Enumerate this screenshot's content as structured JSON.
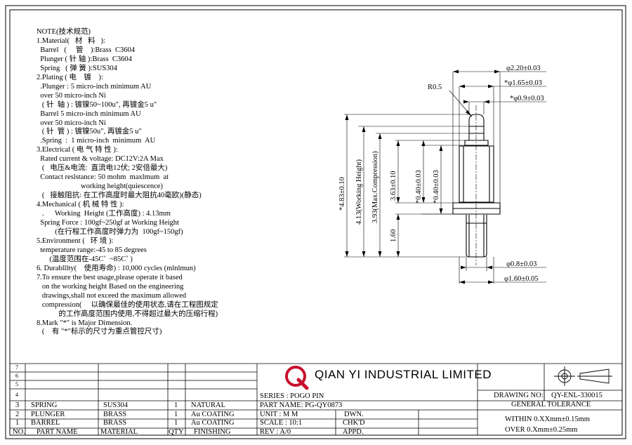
{
  "notes": [
    "NOTE(技术规范)",
    "1.Material(   材   料   ):",
    "  Barrel   (     管    ):Brass  C3604",
    "  Plunger ( 针 轴 ):Brass  C3604",
    "  Spring   ( 弹 簧 ):SUS304",
    "2.Plating ( 电    镀    ):",
    "  .Plunger : 5 micro-inch minimum AU",
    "  over 50 micro-inch Ni",
    "   ( 针  轴 ) : 镀镍50~100u\", 再镀金5 u\"",
    "  Barrel 5 micro-inch minimum AU",
    "  over 50 micro-inch Ni",
    "   ( 针  管 ) : 镀镍50u\", 再镀金5 u\"",
    "  .Spring  :  1 micro-inch  minimum  AU",
    "3.Electrical ( 电 气 特 性 ):",
    "  Rated current & voltage: DC12V:2A Max",
    "   (   电压&电流:  直流电12伏; 2安倍最大)",
    "  Contact reslstance: 50 mohm  maxlmum  at",
    "                        working height(quiescence)",
    "   (   接触阻抗: 在工作高度时最大阻抗40毫欧)(静态)",
    "4.Mechanical ( 机 械 特 性 ):",
    "   .      Working  Height (工作高度) : 4.13mm",
    "  Spring Force : 100gf~250gf at Working Height",
    "          (在行程工作高度时弹力为  100gf~150gf)",
    "5.Environment (   环 境 ):",
    "  temperature range:-45 to 85 degrees",
    "       (温度范围在-45C˚  ~85C˚ )",
    "6. Durablllty(    使用寿命) : 10,000 cycles (mlnlmun)",
    "7.To ensure the best usage,please operate it based",
    "   on the working height Based on the engineering",
    "   drawings,shall not exceed the maximum allowed",
    "   compression(     以确保最佳的使用状态,请在工程图规定",
    "            的工作高度范围内使用,不得超过最大的压缩行程)",
    "8.Mark \"*\" is Major Dimension.",
    "   (    有 \"*\"标示的尺寸为重点管控尺寸)"
  ],
  "dims": {
    "d220": "φ2.20±0.03",
    "d165": "*φ1.65±0.03",
    "d09": "*φ0.9±0.03",
    "r05": "R0.5",
    "d08": "φ0.8±0.03",
    "d160": "φ1.60±0.05",
    "h483": "*4.83±0.10",
    "h413": "4.13(Working Height)",
    "h393": "3.93(Max.Compression)",
    "h363": "3.63±0.10",
    "h040a": "*0.40±0.03",
    "h040b": "*0.40±0.03",
    "h160": "1.60"
  },
  "title_block": {
    "company": "QIAN  YI  INDUSTRIAL  LIMITED",
    "row_numbers": [
      "7",
      "6",
      "5",
      "4",
      "3",
      "2",
      "1"
    ],
    "headers": {
      "no": "NO.",
      "part_name": "PART NAME",
      "material": "MATERIAL",
      "qty": "QTY",
      "finishing": "FINISHING"
    },
    "parts": [
      {
        "no": "3",
        "name": "SPRING",
        "material": "SUS304",
        "qty": "1",
        "finish": "NATURAL"
      },
      {
        "no": "2",
        "name": "PLUNGER",
        "material": "BRASS",
        "qty": "1",
        "finish": "Au COATING"
      },
      {
        "no": "1",
        "name": "BARREL",
        "material": "BRASS",
        "qty": "1",
        "finish": "Au COATING"
      }
    ],
    "series": "SERIES : POGO  PIN",
    "part_name": "PART NAME: PG-QY0873",
    "unit": "UNIT  :  M M",
    "scale": "SCALE : 10:1",
    "rev": "REV   :  A/0",
    "dwn": "DWN.",
    "chkd": "CHK'D",
    "appd": "APPD.",
    "drawing_no_label": "DRAWING NO:",
    "drawing_no": "QY-ENL-330015",
    "tolerance_title": "GENERAL TOLERANCE",
    "tol1": "WITHIN  0.XXmm±0.15mm",
    "tol2": "OVER   0.Xmm±0.25mm"
  },
  "icons": [
    "company-logo-icon",
    "first-angle-projection-icon"
  ],
  "colors": {
    "logo": "#c8102e",
    "line": "#000000"
  }
}
